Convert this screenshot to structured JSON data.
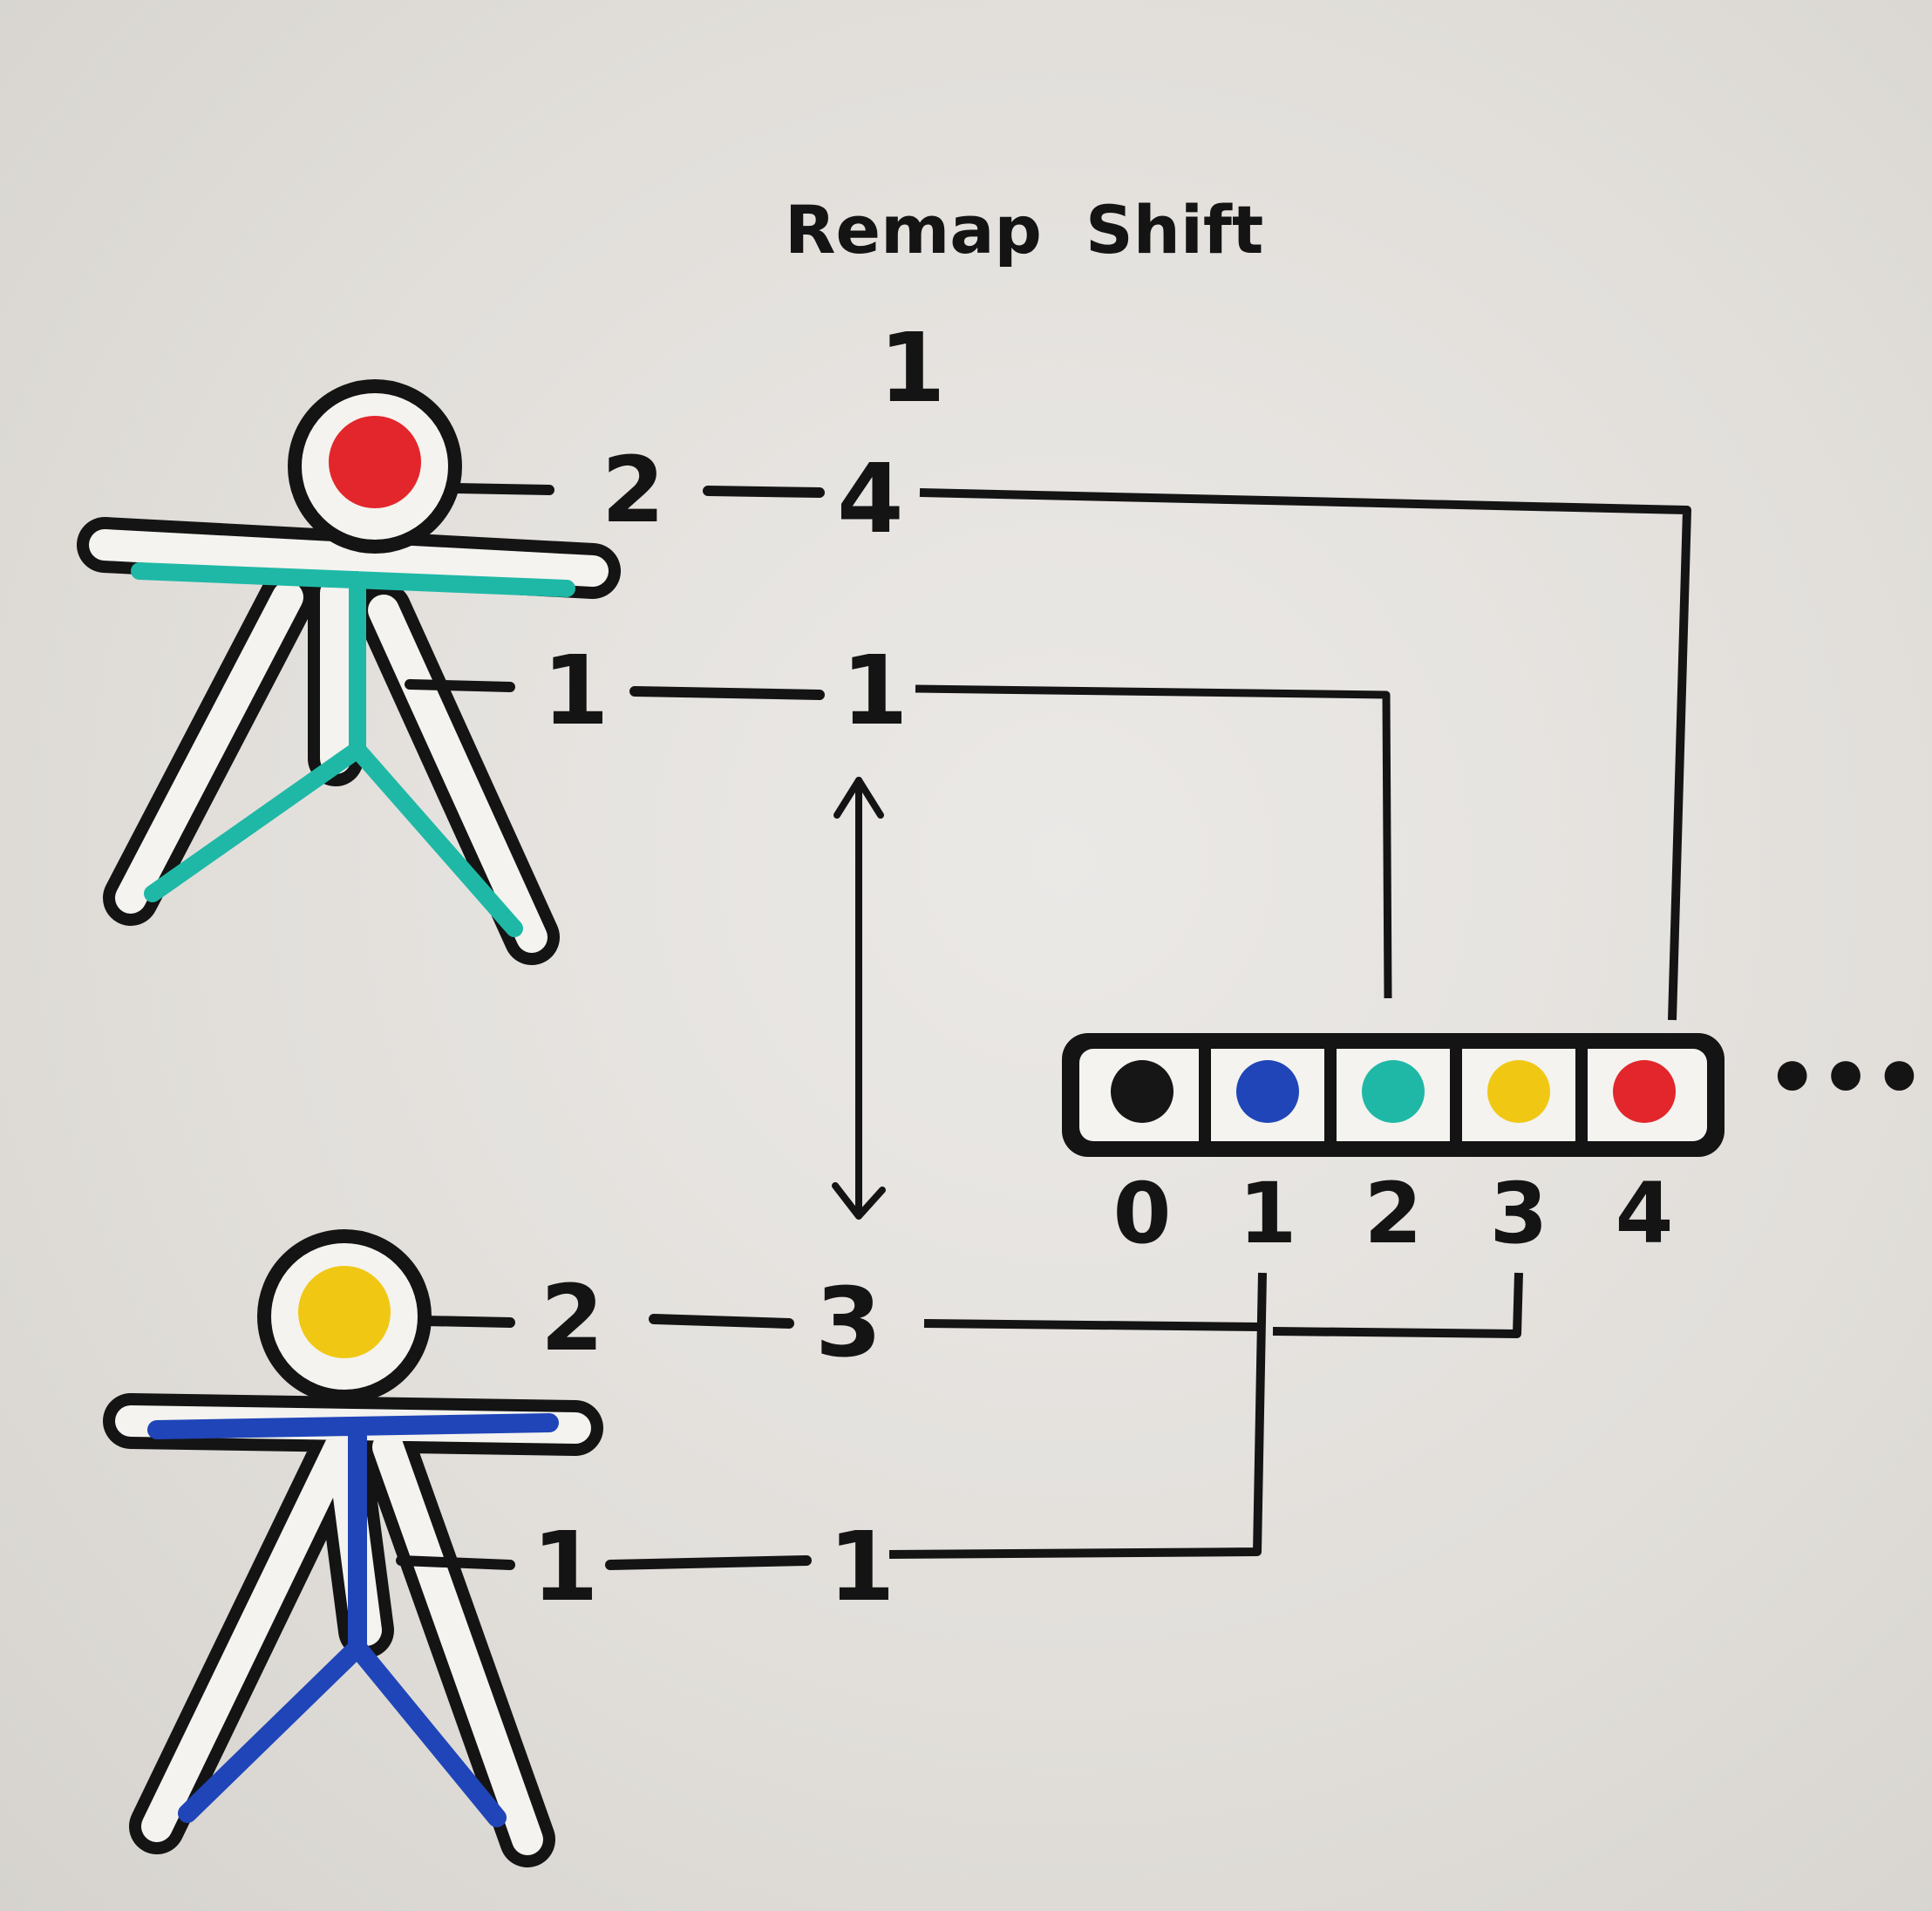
{
  "title": "Remap Shift",
  "columns": {
    "remap_header": "Remap",
    "shift_header": "Shift",
    "shift_value": "1"
  },
  "figures": [
    {
      "head_color": "#e3262b",
      "body_color": "#1fb8a6",
      "head_part": {
        "part_index": "2",
        "remapped_index": "4"
      },
      "body_part": {
        "part_index": "1",
        "remapped_index": "1"
      }
    },
    {
      "head_color": "#f0c814",
      "body_color": "#1f45b8",
      "head_part": {
        "part_index": "2",
        "remapped_index": "3"
      },
      "body_part": {
        "part_index": "1",
        "remapped_index": "1"
      }
    }
  ],
  "palette": {
    "slots": [
      {
        "index": "0",
        "color": "#161616"
      },
      {
        "index": "1",
        "color": "#1f45b8"
      },
      {
        "index": "2",
        "color": "#1fb8a6"
      },
      {
        "index": "3",
        "color": "#f0c814"
      },
      {
        "index": "4",
        "color": "#e3262b"
      }
    ],
    "continuation": "•••"
  }
}
